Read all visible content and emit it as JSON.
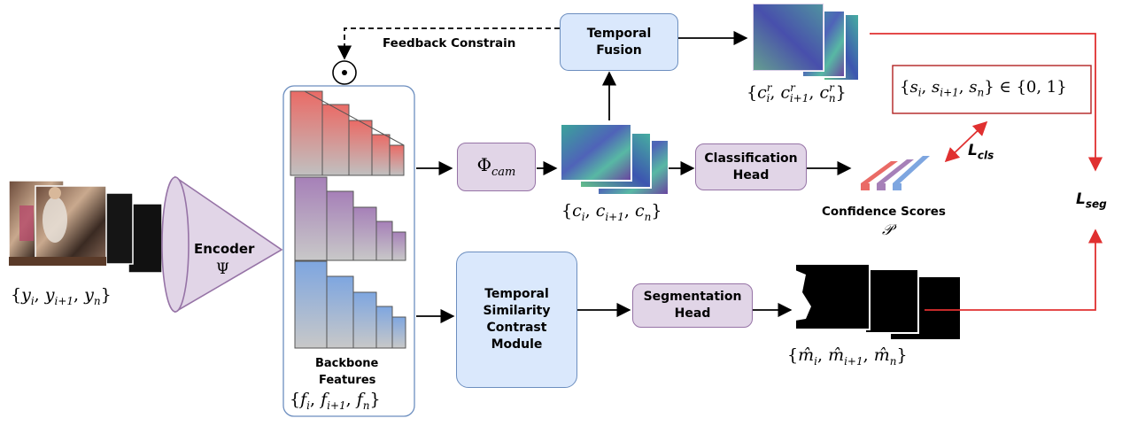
{
  "nodes": {
    "encoder": {
      "title": "Encoder",
      "symbol": "Ψ"
    },
    "temporal_fusion": {
      "line1": "Temporal",
      "line2": "Fusion"
    },
    "phi_cam": {
      "symbol": "Φ",
      "subscript": "cam"
    },
    "classification_head": {
      "line1": "Classification",
      "line2": "Head"
    },
    "tscm": {
      "line1": "Temporal",
      "line2": "Similarity",
      "line3": "Contrast",
      "line4": "Module"
    },
    "segmentation_head": {
      "line1": "Segmentation",
      "line2": "Head"
    },
    "confidence_scores": {
      "title": "Confidence Scores",
      "symbol": "𝒫"
    },
    "backbone": {
      "line1": "Backbone",
      "line2": "Features"
    }
  },
  "edges": {
    "feedback": "Feedback Constrain",
    "cls_loss": "L",
    "cls_loss_sub": "cls",
    "seg_loss": "L",
    "seg_loss_sub": "seg"
  },
  "labels": {
    "input": {
      "base": "y",
      "s1": "i",
      "s2": "i+1",
      "s3": "n"
    },
    "features": {
      "base": "f",
      "s1": "i",
      "s2": "i+1",
      "s3": "n"
    },
    "cams": {
      "base": "c",
      "s1": "i",
      "s2": "i+1",
      "s3": "n"
    },
    "refined": {
      "base": "c",
      "sup": "r",
      "s1": "i",
      "s2": "i+1",
      "s3": "n"
    },
    "masks": {
      "base": "m̂",
      "s1": "i",
      "s2": "i+1",
      "s3": "n"
    },
    "scores": {
      "base": "s",
      "s1": "i",
      "s2": "i+1",
      "s3": "n",
      "set": "∈ {0, 1}"
    }
  },
  "colors": {
    "blue_fill": "#dae8fc",
    "blue_stroke": "#6c8ebf",
    "purple_fill": "#e1d5e7",
    "purple_stroke": "#9673a6",
    "loss_red": "#e03030",
    "feature_red": "#ea6b66",
    "feature_purple": "#a680b8",
    "feature_blue": "#7ea6e0"
  }
}
